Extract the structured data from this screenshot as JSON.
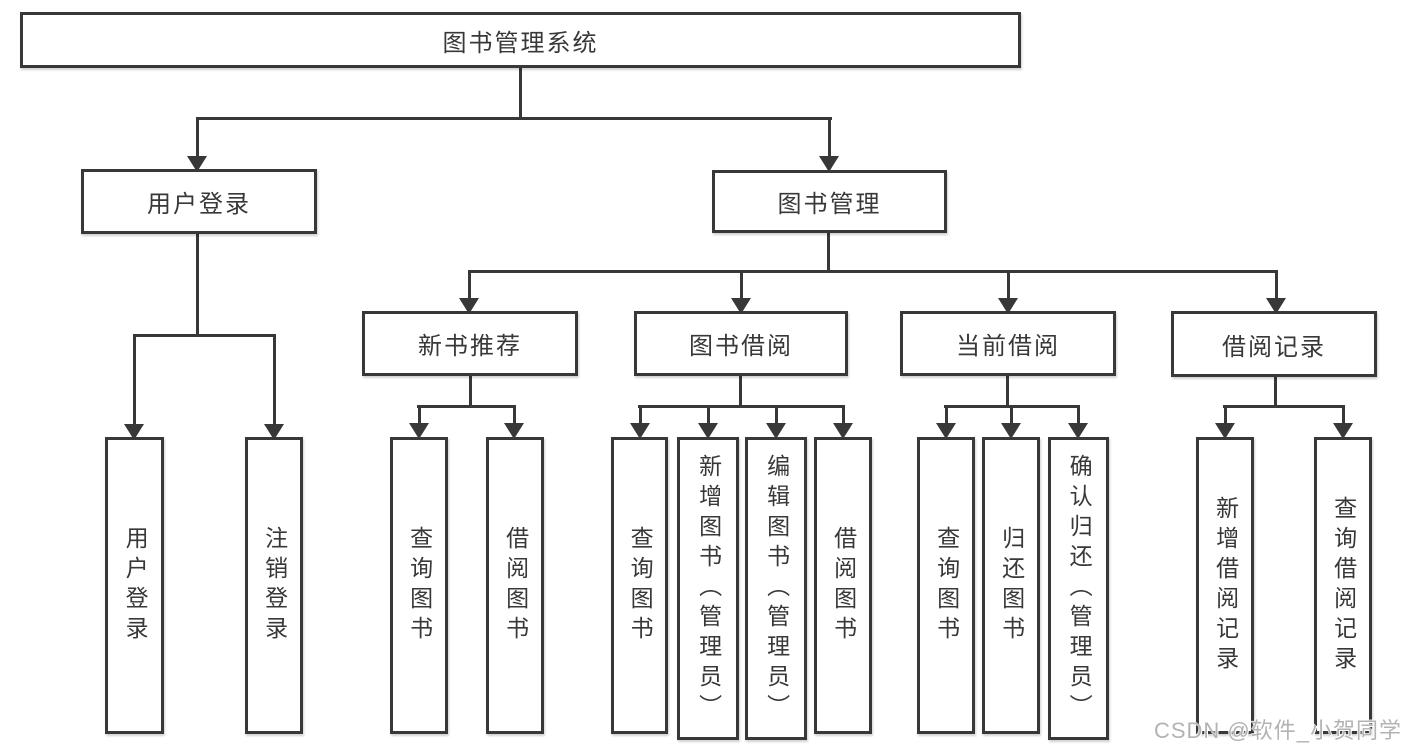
{
  "tree": {
    "label": "图书管理系统",
    "children": [
      {
        "label": "用户登录",
        "children": [
          {
            "label": "用户登录"
          },
          {
            "label": "注销登录"
          }
        ]
      },
      {
        "label": "图书管理",
        "children": [
          {
            "label": "新书推荐",
            "children": [
              {
                "label": "查询图书"
              },
              {
                "label": "借阅图书"
              }
            ]
          },
          {
            "label": "图书借阅",
            "children": [
              {
                "label": "查询图书"
              },
              {
                "label": "新增图书（管理员）"
              },
              {
                "label": "编辑图书（管理员）"
              },
              {
                "label": "借阅图书"
              }
            ]
          },
          {
            "label": "当前借阅",
            "children": [
              {
                "label": "查询图书"
              },
              {
                "label": "归还图书"
              },
              {
                "label": "确认归还（管理员）"
              }
            ]
          },
          {
            "label": "借阅记录",
            "children": [
              {
                "label": "新增借阅记录"
              },
              {
                "label": "查询借阅记录"
              }
            ]
          }
        ]
      }
    ]
  },
  "watermark": "CSDN @软件_小贺同学",
  "colors": {
    "line": "#383838",
    "text": "#383838",
    "box_background": "#ffffff",
    "watermark": "#b3b3b3",
    "page_background": "#ffffff"
  }
}
